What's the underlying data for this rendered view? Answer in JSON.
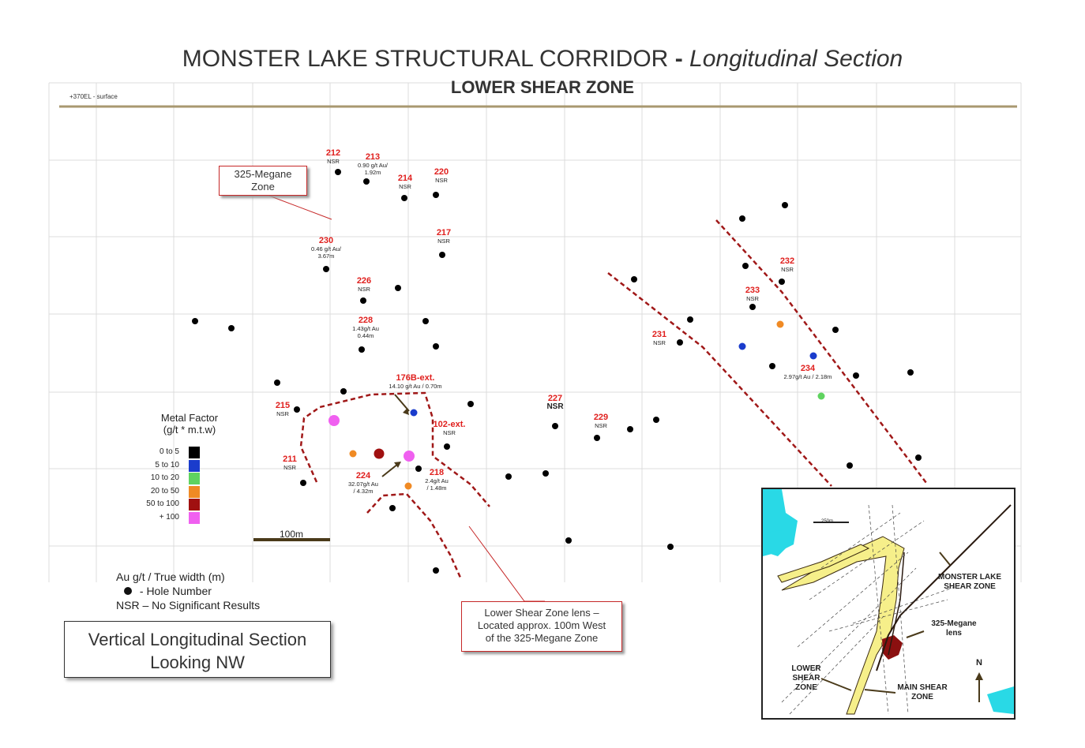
{
  "title": {
    "main": "MONSTER LAKE STRUCTURAL CORRIDOR",
    "dash": " - ",
    "italic": "Longitudinal Section"
  },
  "subtitle": "LOWER SHEAR ZONE",
  "surface_label": "+370EL - surface",
  "callouts": {
    "megane": [
      "325-Megane",
      "Zone"
    ],
    "lens": [
      "Lower Shear Zone lens –",
      "Located approx. 100m West",
      "of the 325-Megane Zone"
    ]
  },
  "holes": [
    {
      "id": "212",
      "label": "NSR"
    },
    {
      "id": "213",
      "label": "0.90 g/t Au/ 1.92m"
    },
    {
      "id": "214",
      "label": "NSR"
    },
    {
      "id": "220",
      "label": "NSR"
    },
    {
      "id": "217",
      "label": "NSR"
    },
    {
      "id": "230",
      "label": "0.46 g/t Au/ 3.67m"
    },
    {
      "id": "226",
      "label": "NSR"
    },
    {
      "id": "228",
      "label": "1.43g/t Au 0.44m"
    },
    {
      "id": "176B-ext.",
      "label": "14.10 g/t Au / 0.70m"
    },
    {
      "id": "215",
      "label": "NSR"
    },
    {
      "id": "102-ext.",
      "label": "NSR"
    },
    {
      "id": "211",
      "label": "NSR"
    },
    {
      "id": "224",
      "label": "32.07g/t Au / 4.32m"
    },
    {
      "id": "218",
      "label": "2.4g/t Au / 1.48m"
    },
    {
      "id": "227",
      "label": "NSR"
    },
    {
      "id": "229",
      "label": "NSR"
    },
    {
      "id": "231",
      "label": "NSR"
    },
    {
      "id": "232",
      "label": "NSR"
    },
    {
      "id": "233",
      "label": "NSR"
    },
    {
      "id": "234",
      "label": "2.97g/t Au / 2.18m"
    }
  ],
  "legend": {
    "title": [
      "Metal Factor",
      "(g/t * m.t.w)"
    ],
    "classes": [
      {
        "label": "0 to 5",
        "color": "#000000"
      },
      {
        "label": "5 to 10",
        "color": "#1a3ccc"
      },
      {
        "label": "10 to 20",
        "color": "#5fd35f"
      },
      {
        "label": "20 to 50",
        "color": "#f08a24"
      },
      {
        "label": "50 to 100",
        "color": "#a01010"
      },
      {
        "label": "+ 100",
        "color": "#f060f0"
      }
    ]
  },
  "scale_bar": "100m",
  "key": {
    "line1": "Au g/t / True width (m)",
    "line2": " - Hole Number",
    "line3": "NSR  – No Significant Results"
  },
  "view_box": [
    "Vertical Longitudinal Section",
    "Looking NW"
  ],
  "inset": {
    "scale": "250m",
    "labels": {
      "monster": [
        "MONSTER LAKE",
        "SHEAR ZONE"
      ],
      "megane": [
        "325-Megane",
        "lens"
      ],
      "lower": [
        "LOWER",
        "SHEAR",
        "ZONE"
      ],
      "main": [
        "MAIN SHEAR",
        "ZONE"
      ],
      "north": "N"
    }
  }
}
